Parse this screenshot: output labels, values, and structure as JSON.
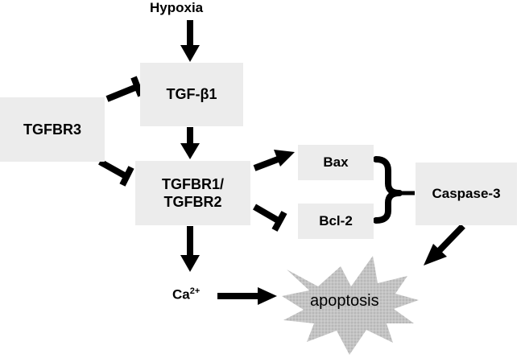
{
  "nodes": {
    "hypoxia": "Hypoxia",
    "tgfb1": "TGF-β1",
    "tgfbr3": "TGFBR3",
    "tgfbr1_line1": "TGFBR1/",
    "tgfbr1_line2": "TGFBR2",
    "bax": "Bax",
    "bcl2": "Bcl-2",
    "caspase3": "Caspase-3",
    "ca_base": "Ca",
    "ca_sup": "2+",
    "apoptosis": "apoptosis"
  },
  "edges": [
    {
      "from": "Hypoxia",
      "to": "TGF-β1",
      "type": "activates"
    },
    {
      "from": "TGFBR3",
      "to": "TGF-β1",
      "type": "inhibits"
    },
    {
      "from": "TGFBR3",
      "to": "TGFBR1/TGFBR2",
      "type": "inhibits"
    },
    {
      "from": "TGF-β1",
      "to": "TGFBR1/TGFBR2",
      "type": "activates"
    },
    {
      "from": "TGFBR1/TGFBR2",
      "to": "Bax",
      "type": "activates"
    },
    {
      "from": "TGFBR1/TGFBR2",
      "to": "Bcl-2",
      "type": "inhibits"
    },
    {
      "from": "TGFBR1/TGFBR2",
      "to": "Ca2+",
      "type": "activates"
    },
    {
      "from": "Bax, Bcl-2",
      "to": "Caspase-3",
      "type": "groups"
    },
    {
      "from": "Caspase-3",
      "to": "apoptosis",
      "type": "activates"
    },
    {
      "from": "Ca2+",
      "to": "apoptosis",
      "type": "activates"
    }
  ],
  "colors": {
    "box_fill": "#ececec",
    "starburst_fill": "#bdbdbd",
    "arrow": "#000000"
  }
}
